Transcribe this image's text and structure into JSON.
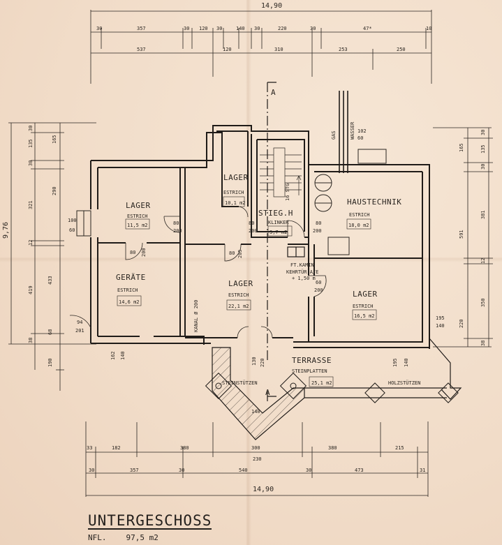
{
  "plan": {
    "title": "UNTERGESCHOSS",
    "nfl_label": "NFL.",
    "nfl_value": "97,5 m2",
    "overall_width_top": "14,90",
    "overall_width_bottom": "14,90",
    "overall_height_left": "9,76",
    "section_label": "A",
    "utilities": {
      "gas": "GAS",
      "wasser": "WASSER"
    }
  },
  "rooms": {
    "lager_nw": {
      "name": "LAGER",
      "floor": "ESTRICH",
      "area": "11,5 m2"
    },
    "lager_small": {
      "name": "LAGER",
      "floor": "ESTRICH",
      "area": "10,1 m2"
    },
    "stiegenhaus": {
      "name": "STIEG.H",
      "floor": "KLINKER",
      "area": "3,7 m2"
    },
    "haustechnik": {
      "name": "HAUSTECHNIK",
      "floor": "ESTRICH",
      "area": "18,0 m2"
    },
    "geraete": {
      "name": "GERÄTE",
      "floor": "ESTRICH",
      "area": "14,6 m2"
    },
    "lager_center": {
      "name": "LAGER",
      "floor": "ESTRICH",
      "area": "22,1 m2"
    },
    "lager_east": {
      "name": "LAGER",
      "floor": "ESTRICH",
      "area": "16,5 m2"
    },
    "terrasse": {
      "name": "TERRASSE",
      "floor": "STEINPLATTEN",
      "area": "25,1 m2"
    }
  },
  "annotations": {
    "kanal": "KANAL Ø 200",
    "kamin_1": "FT.KAMIN",
    "kamin_2": "KEHRTÜR A/E",
    "kamin_3": "+ 1,50 m",
    "stuetzen_left": "STEINSTÜTZEN",
    "stuetzen_right": "HOLZSTÜTZEN",
    "terrace_depth": "140",
    "stairs_note": "16 STG"
  },
  "dims_top_row1": [
    "30",
    "357",
    "30",
    "120",
    "30",
    "140",
    "30",
    "220",
    "30",
    "47*",
    "10"
  ],
  "dims_top_row2": [
    "537",
    "120",
    "310",
    "253",
    "250"
  ],
  "dims_left": [
    "30",
    "135",
    "165",
    "30",
    "290",
    "321",
    "12",
    "419",
    "433",
    "38",
    "68",
    "190"
  ],
  "dims_right": [
    "30",
    "135",
    "165",
    "30",
    "591",
    "381",
    "12",
    "350",
    "220",
    "38"
  ],
  "dims_bottom_row1": [
    "33",
    "182",
    "380",
    "300",
    "380",
    "215"
  ],
  "dims_bottom_row2": [
    "30",
    "357",
    "30",
    "540",
    "30",
    "473",
    "31"
  ],
  "dims_bottom_extra": "230",
  "door_dims": {
    "d1": "100",
    "d1b": "60",
    "d2": "80",
    "d2b": "200",
    "d3": "80",
    "d3b": "200",
    "d4": "80",
    "d4b": "205",
    "d5": "80",
    "d5b": "200",
    "d6": "80",
    "d6b": "200",
    "d7": "60",
    "d7b": "200",
    "d8": "94",
    "d8b": "201",
    "d9": "162",
    "d9b": "140",
    "d10": "130",
    "d10b": "220",
    "d11": "195",
    "d11b": "140",
    "d12": "195",
    "d12b": "140",
    "utility_a": "102",
    "utility_b": "60"
  }
}
